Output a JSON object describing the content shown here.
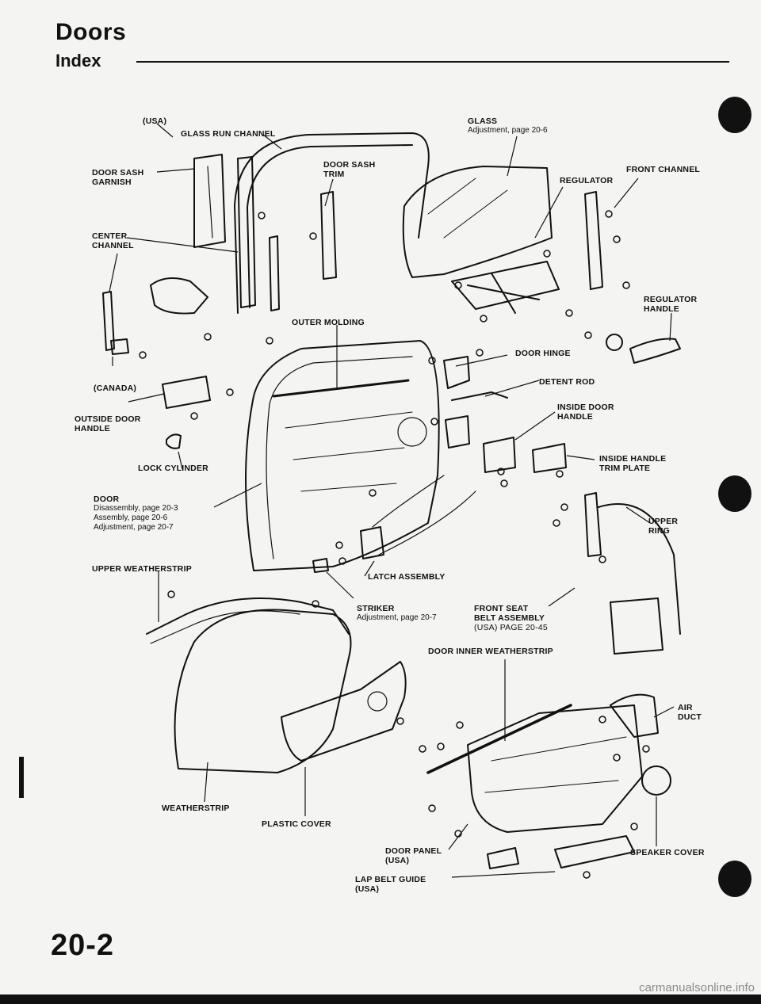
{
  "header": {
    "title": "Doors",
    "subtitle": "Index"
  },
  "page_number": "20-2",
  "watermark": "carmanualsonline.info",
  "labels": {
    "usa1": "(USA)",
    "glass_run_channel": "GLASS RUN CHANNEL",
    "glass": "GLASS",
    "glass_adj": "Adjustment, page 20-6",
    "door_sash_garnish_1": "DOOR SASH",
    "door_sash_garnish_2": "GARNISH",
    "door_sash_trim_1": "DOOR SASH",
    "door_sash_trim_2": "TRIM",
    "regulator": "REGULATOR",
    "front_channel": "FRONT CHANNEL",
    "center_channel_1": "CENTER",
    "center_channel_2": "CHANNEL",
    "regulator_handle_1": "REGULATOR",
    "regulator_handle_2": "HANDLE",
    "outer_molding": "OUTER MOLDING",
    "door_hinge": "DOOR HINGE",
    "canada": "(CANADA)",
    "detent_rod": "DETENT ROD",
    "outside_door_handle_1": "OUTSIDE DOOR",
    "outside_door_handle_2": "HANDLE",
    "inside_door_handle_1": "INSIDE DOOR",
    "inside_door_handle_2": "HANDLE",
    "lock_cylinder": "LOCK CYLINDER",
    "inside_handle_trim_1": "INSIDE HANDLE",
    "inside_handle_trim_2": "TRIM PLATE",
    "door": "DOOR",
    "door_disassembly": "Disassembly, page 20-3",
    "door_assembly": "Assembly, page 20-6",
    "door_adjustment": "Adjustment, page 20-7",
    "upper_ring_1": "UPPER",
    "upper_ring_2": "RING",
    "upper_weatherstrip": "UPPER WEATHERSTRIP",
    "latch_assembly": "LATCH ASSEMBLY",
    "striker": "STRIKER",
    "striker_adj": "Adjustment, page 20-7",
    "front_seat_belt_1": "FRONT SEAT",
    "front_seat_belt_2": "BELT ASSEMBLY",
    "front_seat_belt_3": "(USA) page 20-45",
    "door_inner_weatherstrip": "DOOR INNER WEATHERSTRIP",
    "air_duct_1": "AIR",
    "air_duct_2": "DUCT",
    "weatherstrip": "WEATHERSTRIP",
    "plastic_cover": "PLASTIC COVER",
    "door_panel_1": "DOOR PANEL",
    "door_panel_2": "(USA)",
    "speaker_cover": "SPEAKER COVER",
    "lap_belt_guide_1": "LAP BELT GUIDE",
    "lap_belt_guide_2": "(USA)"
  }
}
